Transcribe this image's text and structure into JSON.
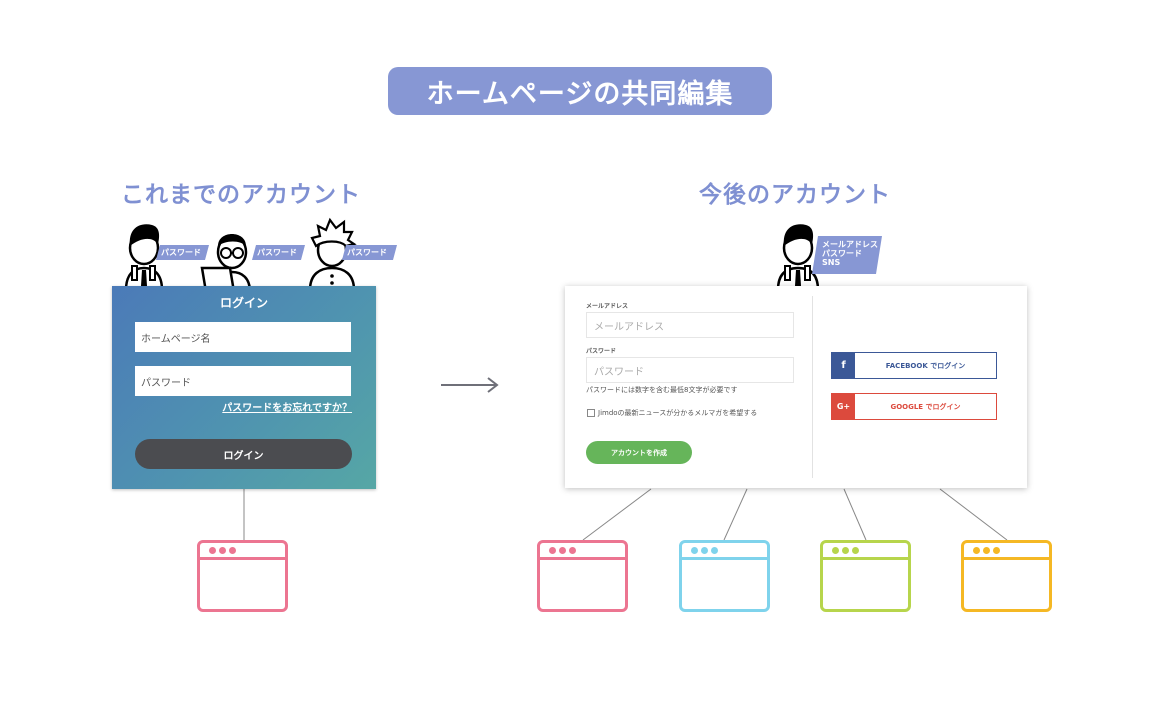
{
  "title": "ホームページの共同編集",
  "left": {
    "heading": "これまでのアカウント",
    "tags": [
      "パスワード",
      "パスワード",
      "パスワード"
    ],
    "card": {
      "title": "ログイン",
      "site_name_placeholder": "ホームページ名",
      "password_placeholder": "パスワード",
      "forgot_link": "パスワードをお忘れですか？",
      "login_button": "ログイン"
    }
  },
  "right": {
    "heading": "今後のアカウント",
    "tag_lines": [
      "メールアドレス",
      "パスワード",
      "SNS"
    ],
    "card": {
      "email_label": "メールアドレス",
      "email_placeholder": "メールアドレス",
      "password_label": "パスワード",
      "password_placeholder": "パスワード",
      "password_hint": "パスワードには数字を含む最低8文字が必要です",
      "newsletter_label": "Jimdoの最新ニュースが分かるメルマガを希望する",
      "create_button": "アカウントを作成",
      "facebook_icon": "f",
      "facebook_button": "FACEBOOK でログイン",
      "google_icon": "G+",
      "google_button": "GOOGLE でログイン"
    }
  },
  "colors": {
    "accent": "#8797d4",
    "facebook": "#3b5897",
    "google": "#dc4a3d",
    "create": "#66b55a",
    "site_pink": "#ec7591",
    "site_blue": "#7fd3ec",
    "site_green": "#b7d54c",
    "site_yellow": "#f5b824"
  },
  "websites": [
    "site-pink",
    "site-blue",
    "site-green",
    "site-yellow"
  ]
}
